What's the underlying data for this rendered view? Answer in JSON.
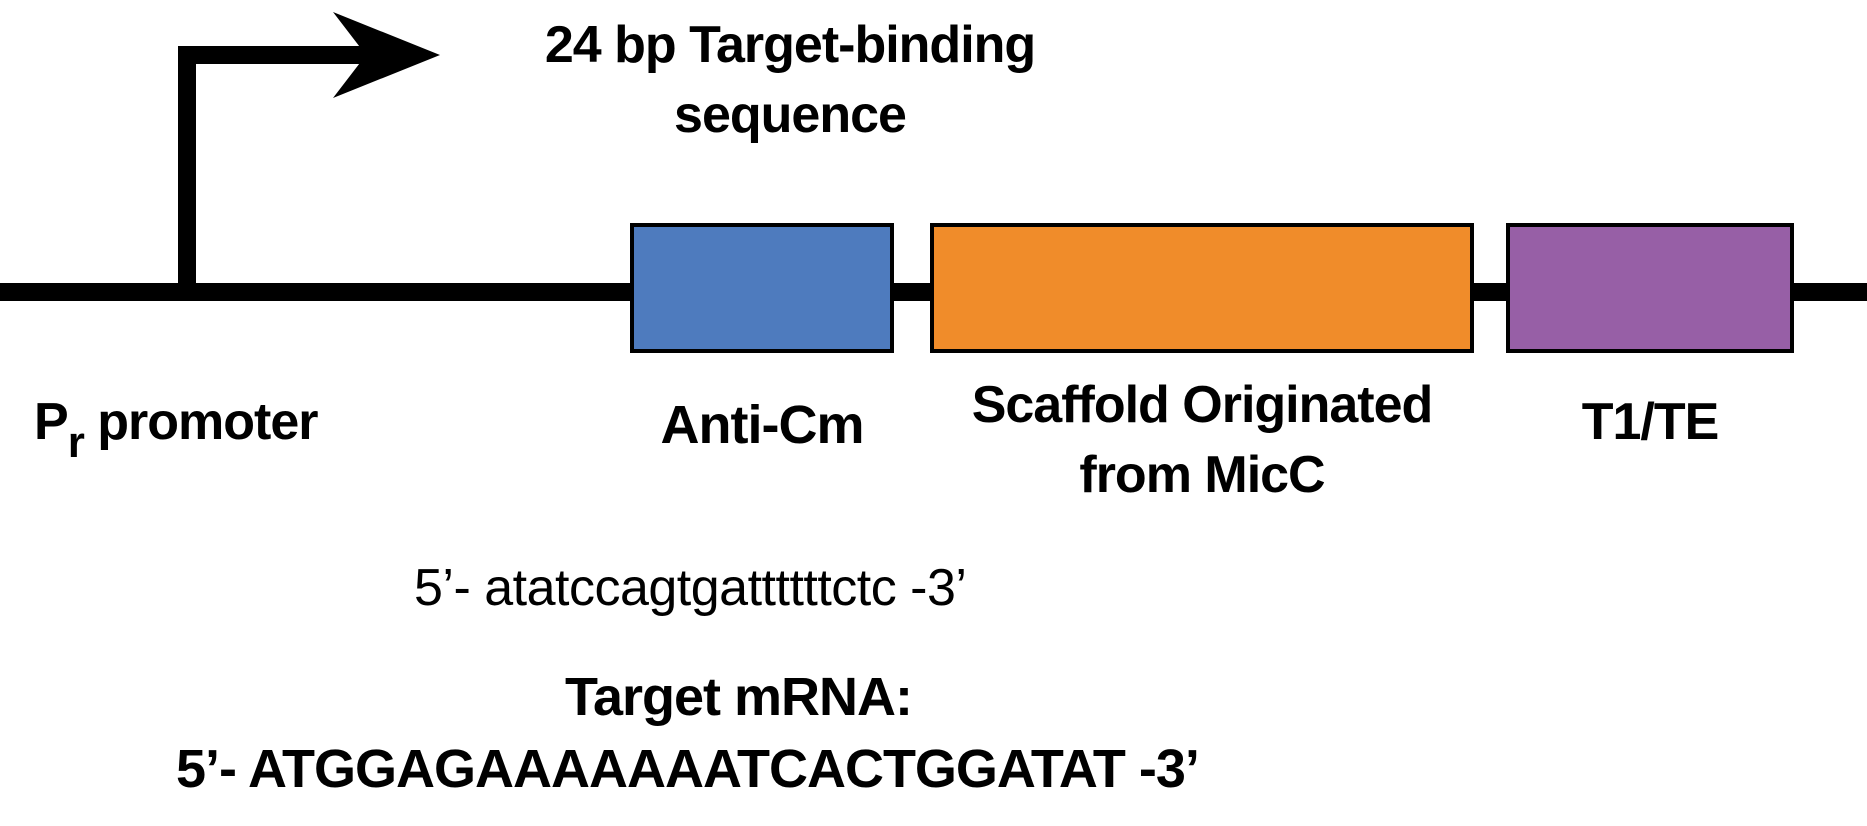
{
  "title_lines": [
    "24 bp Target-binding",
    "sequence"
  ],
  "promoter": {
    "letter": "P",
    "subscript": "r",
    "label": "promoter"
  },
  "parts": [
    {
      "id": "anti-cm",
      "lines": [
        "Anti-Cm"
      ],
      "color": "#4E7BBE"
    },
    {
      "id": "scaffold",
      "lines": [
        "Scaffold Originated",
        "from MicC"
      ],
      "color": "#F08C2A"
    },
    {
      "id": "terminator",
      "lines": [
        "T1/TE"
      ],
      "color": "#975FA6"
    }
  ],
  "binding_sequence": "5’- atatccagtgattttttctc -3’",
  "target": {
    "heading": "Target mRNA:",
    "sequence": "5’- ATGGAGAAAAAAATCACTGGATAT -3’"
  }
}
